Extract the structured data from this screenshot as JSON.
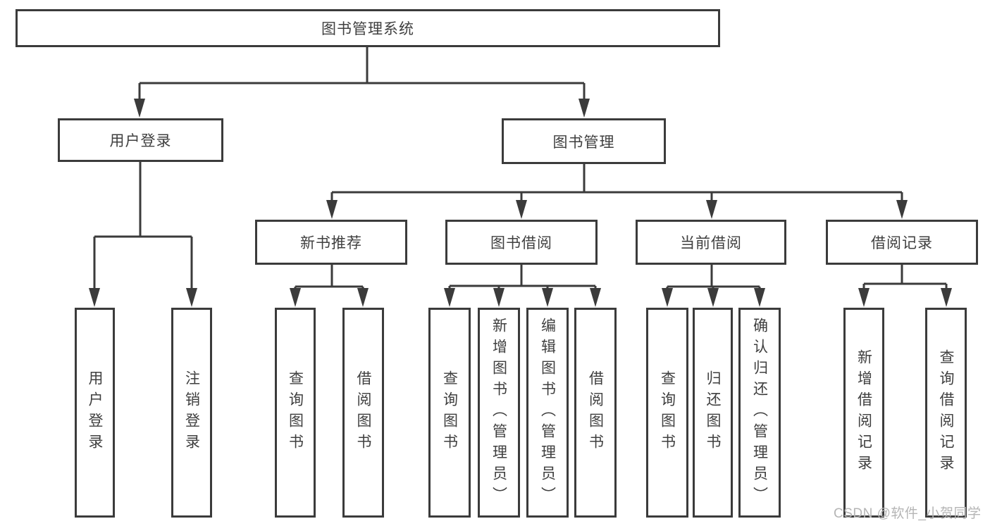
{
  "diagram": {
    "root": "图书管理系统",
    "branches": [
      {
        "label": "用户登录",
        "children": [
          "用户登录",
          "注销登录"
        ]
      },
      {
        "label": "图书管理",
        "children": [
          {
            "label": "新书推荐",
            "children": [
              "查询图书",
              "借阅图书"
            ]
          },
          {
            "label": "图书借阅",
            "children": [
              "查询图书",
              "新增图书（管理员）",
              "编辑图书（管理员）",
              "借阅图书"
            ]
          },
          {
            "label": "当前借阅",
            "children": [
              "查询图书",
              "归还图书",
              "确认归还（管理员）"
            ]
          },
          {
            "label": "借阅记录",
            "children": [
              "新增借阅记录",
              "查询借阅记录"
            ]
          }
        ]
      }
    ]
  },
  "watermark": "CSDN @软件_小贺同学",
  "colors": {
    "line": "#3b3b3b",
    "text": "#3f3f3f",
    "watermark": "#b5b5b5",
    "background": "#ffffff"
  }
}
